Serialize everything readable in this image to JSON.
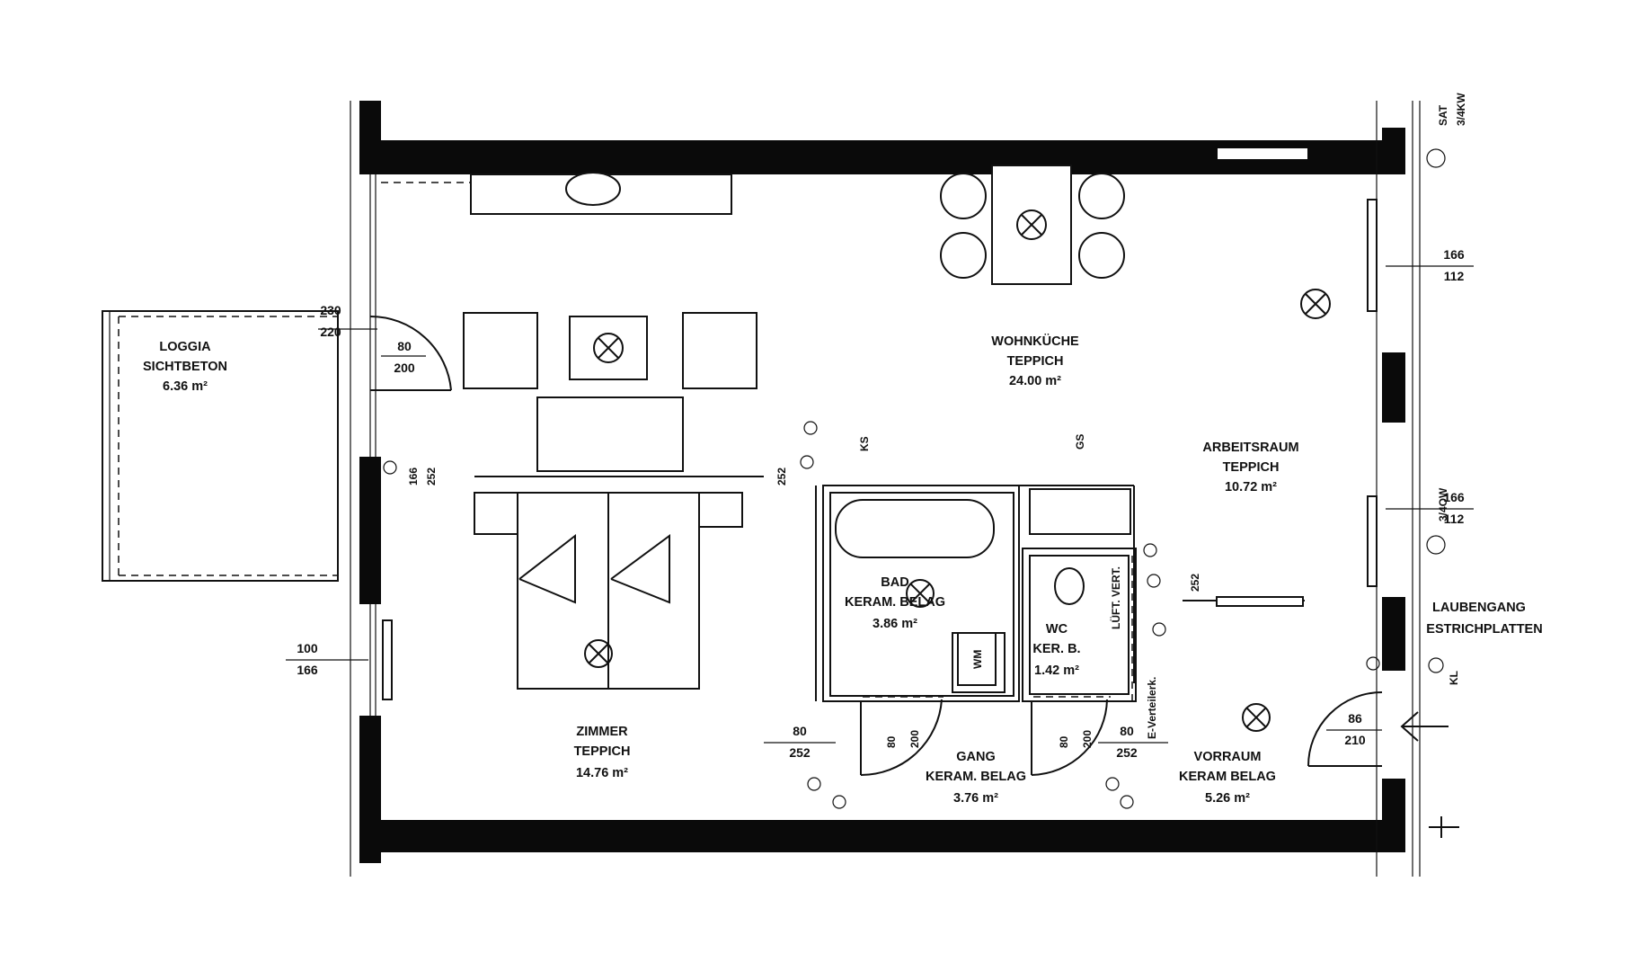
{
  "rooms": {
    "loggia": {
      "name": "LOGGIA",
      "finish": "SICHTBETON",
      "area": "6.36 m²"
    },
    "wohnkueche": {
      "name": "WOHNKÜCHE",
      "finish": "TEPPICH",
      "area": "24.00 m²"
    },
    "arbeitsraum": {
      "name": "ARBEITSRAUM",
      "finish": "TEPPICH",
      "area": "10.72 m²"
    },
    "bad": {
      "name": "BAD",
      "finish": "KERAM. BELAG",
      "area": "3.86 m²"
    },
    "wc": {
      "name": "WC",
      "finish": "KER. B.",
      "area": "1.42 m²"
    },
    "zimmer": {
      "name": "ZIMMER",
      "finish": "TEPPICH",
      "area": "14.76 m²"
    },
    "gang": {
      "name": "GANG",
      "finish": "KERAM. BELAG",
      "area": "3.76 m²"
    },
    "vorraum": {
      "name": "VORRAUM",
      "finish": "KERAM BELAG",
      "area": "5.26 m²"
    },
    "laubengang": {
      "name": "LAUBENGANG",
      "finish": "ESTRICHPLATTEN"
    }
  },
  "dimensions": {
    "loggia_door": {
      "top": "230",
      "bottom": "220"
    },
    "balcony_door": {
      "top": "80",
      "bottom": "200"
    },
    "window_east_top": {
      "top": "166",
      "bottom": "112"
    },
    "window_east_mid": {
      "top": "166",
      "bottom": "112"
    },
    "window_west_low": {
      "top": "100",
      "bottom": "166"
    },
    "zimmer_window_top": {
      "top": "166",
      "bottom": "252"
    },
    "bad_door_left": {
      "top": "80",
      "bottom": "252"
    },
    "bad_door_right": {
      "top": "80",
      "bottom": "252"
    },
    "entrance_door": {
      "top": "86",
      "bottom": "210"
    },
    "gang_door_a": {
      "top": "80",
      "bottom": "200"
    },
    "gang_door_b": {
      "top": "80",
      "bottom": "200"
    },
    "side_252_bad": "252",
    "side_252_arbeit": "252"
  },
  "symbols": {
    "wm": "WM",
    "kl": "KL",
    "ks": "KS",
    "gs": "GS",
    "verteiler": "E-Verteilerk.",
    "sat": "SAT",
    "kvw": "3/4OW",
    "kkw": "3/4KW",
    "wc_note": "LÜFT. VERT."
  }
}
